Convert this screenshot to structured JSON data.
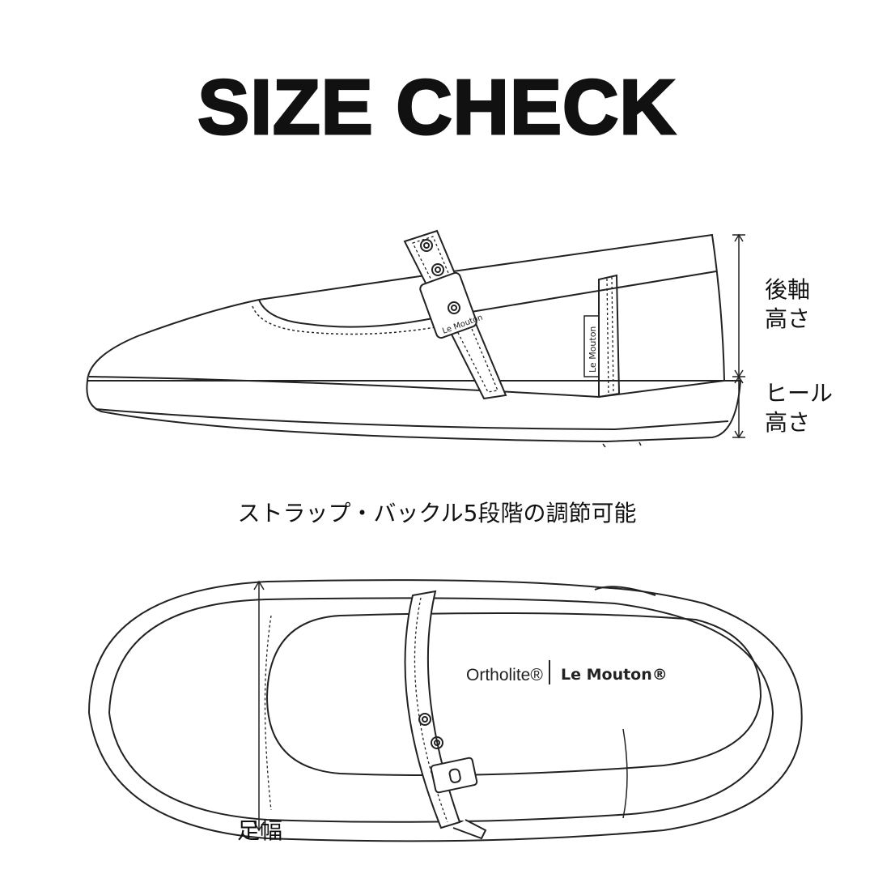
{
  "title": "SIZE CHECK",
  "caption": "ストラップ・バックル5段階の調節可能",
  "labels": {
    "back_height": [
      "後軸",
      "高さ"
    ],
    "heel_height": [
      "ヒール",
      "高さ"
    ],
    "foot_width": "足幅"
  },
  "logos": {
    "side_tag": "Le Mouton",
    "buckle_tag": "Le Mouton",
    "insole_brand_1": "Ortholite®",
    "insole_brand_2": "Le Mouton®"
  },
  "colors": {
    "line": "#222222",
    "background": "#ffffff"
  }
}
